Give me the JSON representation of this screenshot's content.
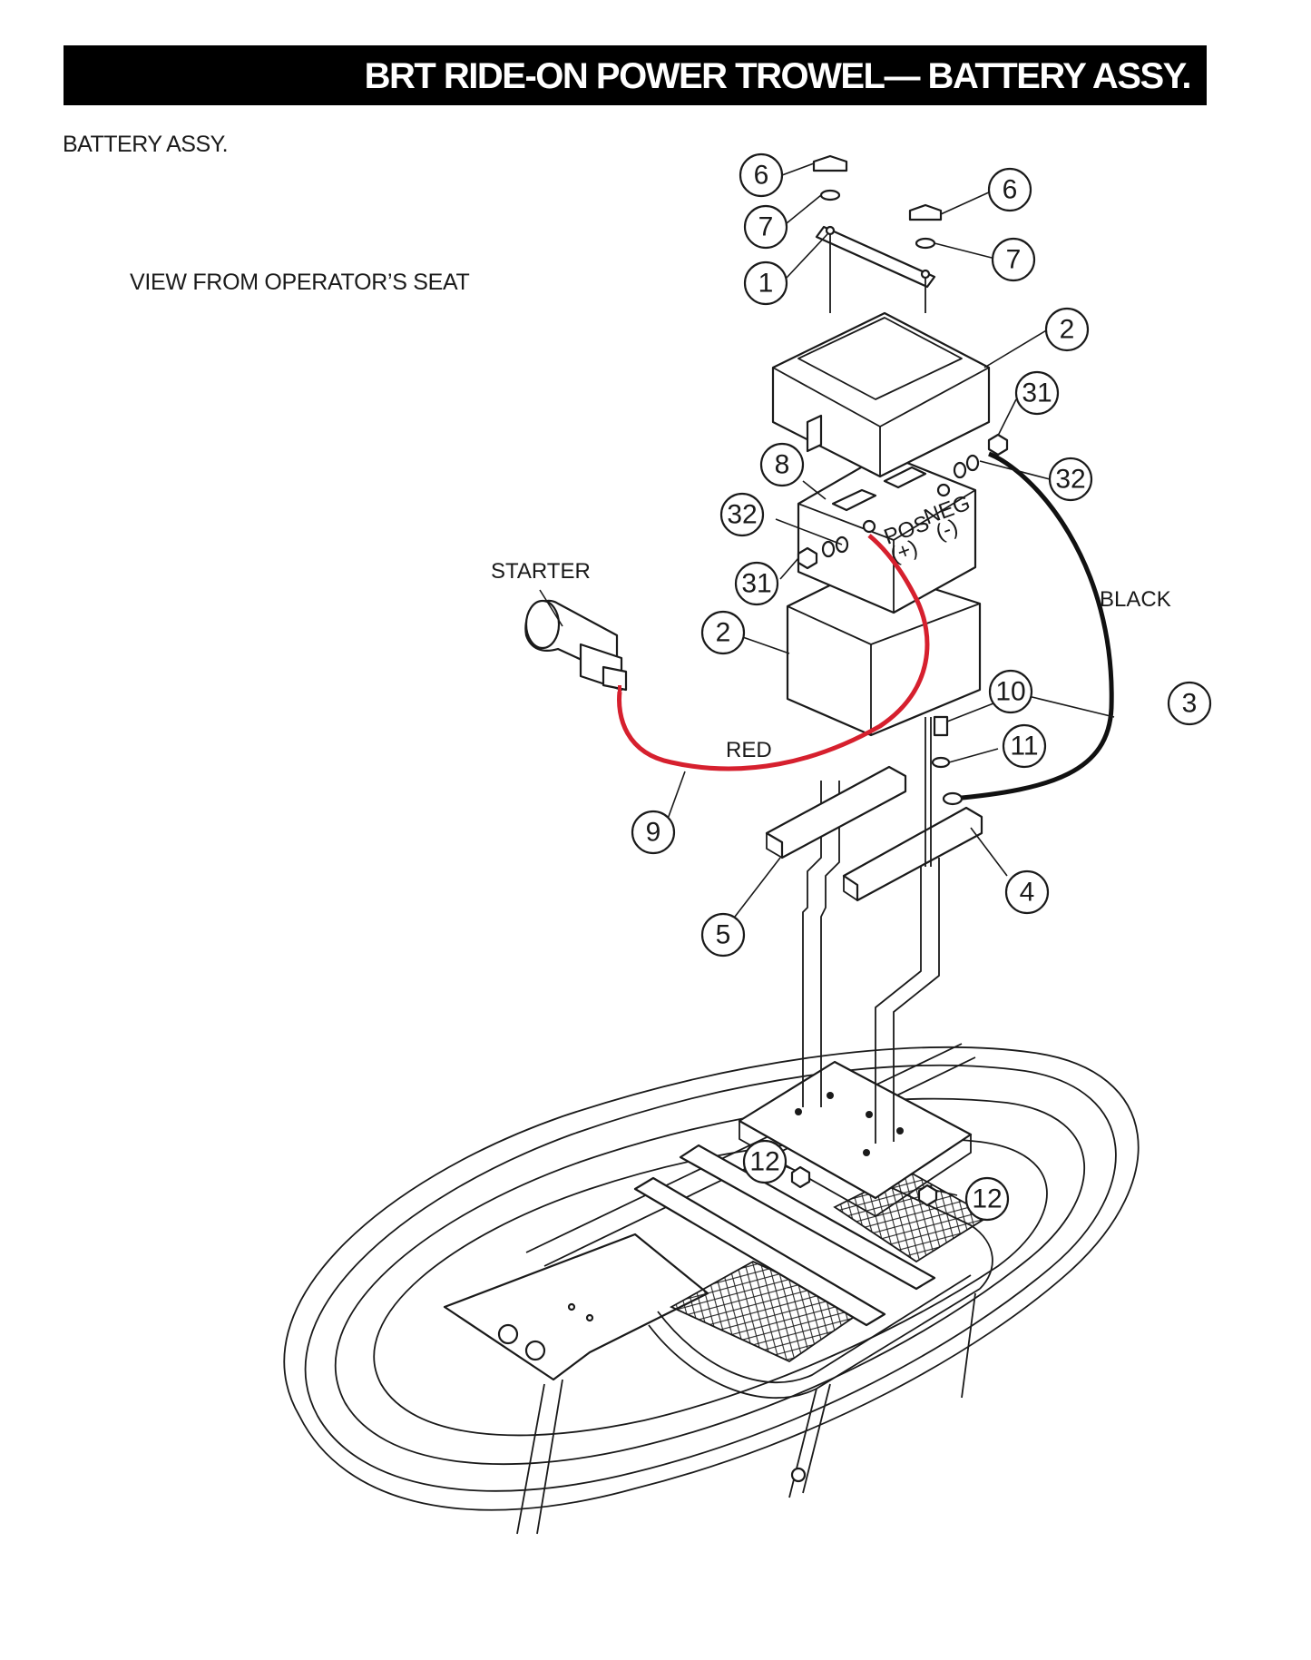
{
  "header": {
    "title": "BRT RIDE-ON POWER TROWEL— BATTERY ASSY."
  },
  "section_label": "BATTERY ASSY.",
  "view_label": "VIEW FROM OPERATOR’S SEAT",
  "wire_labels": {
    "starter": "STARTER",
    "black": "BLACK",
    "red": "RED"
  },
  "terminal_labels": {
    "pos": "POS",
    "pos_sign": "(+)",
    "neg": "NEG",
    "neg_sign": "(-)"
  },
  "wire_colors": {
    "red": "#d6202e",
    "black": "#111111"
  },
  "callouts": [
    {
      "id": "c6a",
      "text": "6"
    },
    {
      "id": "c6b",
      "text": "6"
    },
    {
      "id": "c7a",
      "text": "7"
    },
    {
      "id": "c7b",
      "text": "7"
    },
    {
      "id": "c1",
      "text": "1"
    },
    {
      "id": "c2a",
      "text": "2"
    },
    {
      "id": "c31a",
      "text": "31"
    },
    {
      "id": "c8",
      "text": "8"
    },
    {
      "id": "c32a",
      "text": "32"
    },
    {
      "id": "c32b",
      "text": "32"
    },
    {
      "id": "c31b",
      "text": "31"
    },
    {
      "id": "c2b",
      "text": "2"
    },
    {
      "id": "c10",
      "text": "10"
    },
    {
      "id": "c11",
      "text": "11"
    },
    {
      "id": "c3",
      "text": "3"
    },
    {
      "id": "c9",
      "text": "9"
    },
    {
      "id": "c4",
      "text": "4"
    },
    {
      "id": "c5",
      "text": "5"
    },
    {
      "id": "c12a",
      "text": "12"
    },
    {
      "id": "c12b",
      "text": "12"
    }
  ]
}
